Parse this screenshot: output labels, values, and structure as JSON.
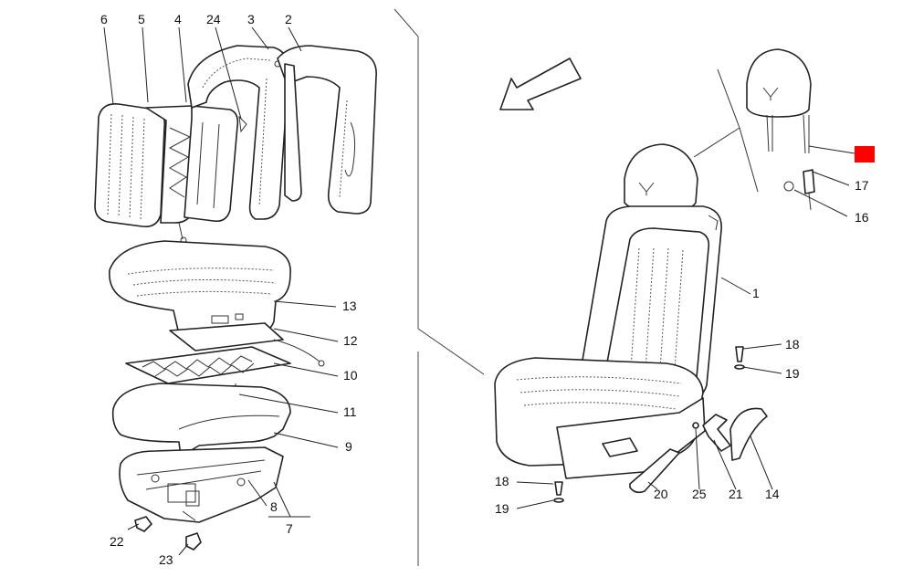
{
  "labels": {
    "p1": "1",
    "p2": "2",
    "p3": "3",
    "p4": "4",
    "p5": "5",
    "p6": "6",
    "p7": "7",
    "p8": "8",
    "p9": "9",
    "p10": "10",
    "p11": "11",
    "p12": "12",
    "p13": "13",
    "p14": "14",
    "p16": "16",
    "p17": "17",
    "p18a": "18",
    "p18b": "18",
    "p19a": "19",
    "p19b": "19",
    "p20": "20",
    "p21": "21",
    "p22": "22",
    "p23": "23",
    "p24": "24",
    "p25": "25"
  },
  "colors": {
    "line": "#222222",
    "highlight": "#ff0000",
    "background": "#ffffff"
  },
  "icons": {
    "direction": "front-direction-arrow-icon",
    "logo": "trident-logo-icon"
  }
}
